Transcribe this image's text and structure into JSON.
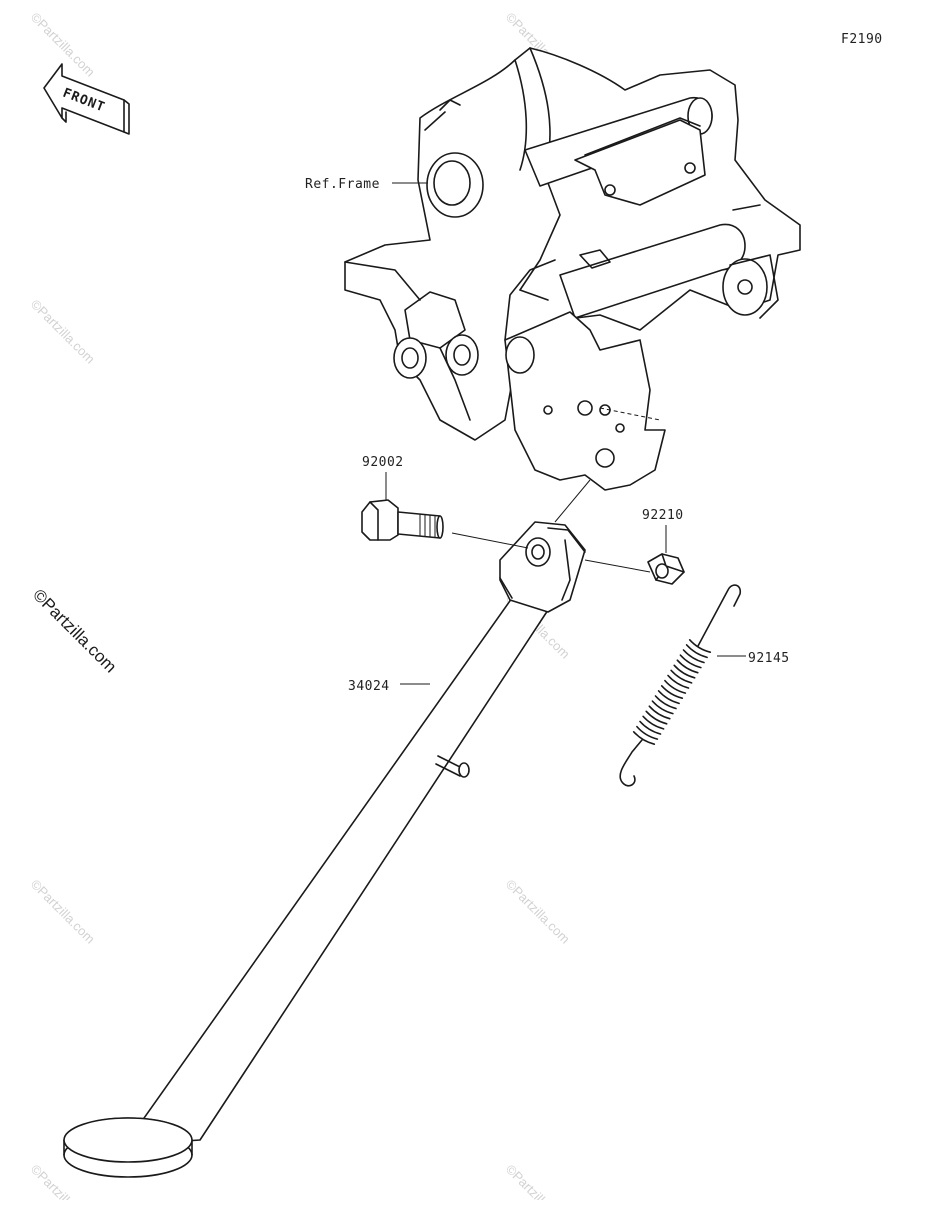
{
  "figure_code": "F2190",
  "front_label": "FRONT",
  "watermark": "©Partzilla.com",
  "callouts": {
    "ref_frame": "Ref.Frame",
    "bolt": "92002",
    "nut": "92210",
    "spring": "92145",
    "side_stand": "34024"
  }
}
